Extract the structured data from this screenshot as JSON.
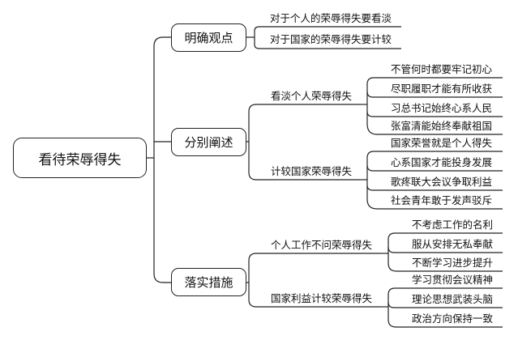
{
  "root": "看待荣辱得失",
  "branches": [
    {
      "label": "明确观点",
      "leaves": [
        "对于个人的荣辱得失要看淡",
        "对于国家的荣辱得失要计较"
      ]
    },
    {
      "label": "分别阐述",
      "subs": [
        {
          "label": "看淡个人荣辱得失",
          "leaves": [
            "不管何时都要牢记初心",
            "尽职履职才能有所收获",
            "习总书记始终心系人民",
            "张富清能始终奉献祖国"
          ]
        },
        {
          "label": "计较国家荣辱得失",
          "leaves": [
            "国家荣誉就是个人得失",
            "心系国家才能投身发展",
            "歌疼联大会议争取利益",
            "社会青年敢于发声驳斥"
          ]
        }
      ]
    },
    {
      "label": "落实措施",
      "subs": [
        {
          "label": "个人工作不问荣辱得失",
          "leaves": [
            "不考虑工作的名利",
            "服从安排无私奉献",
            "不断学习进步提升"
          ]
        },
        {
          "label": "国家利益计较荣辱得失",
          "leaves": [
            "学习贯彻会议精神",
            "理论思想武装头脑",
            "政治方向保持一致"
          ]
        }
      ]
    }
  ]
}
